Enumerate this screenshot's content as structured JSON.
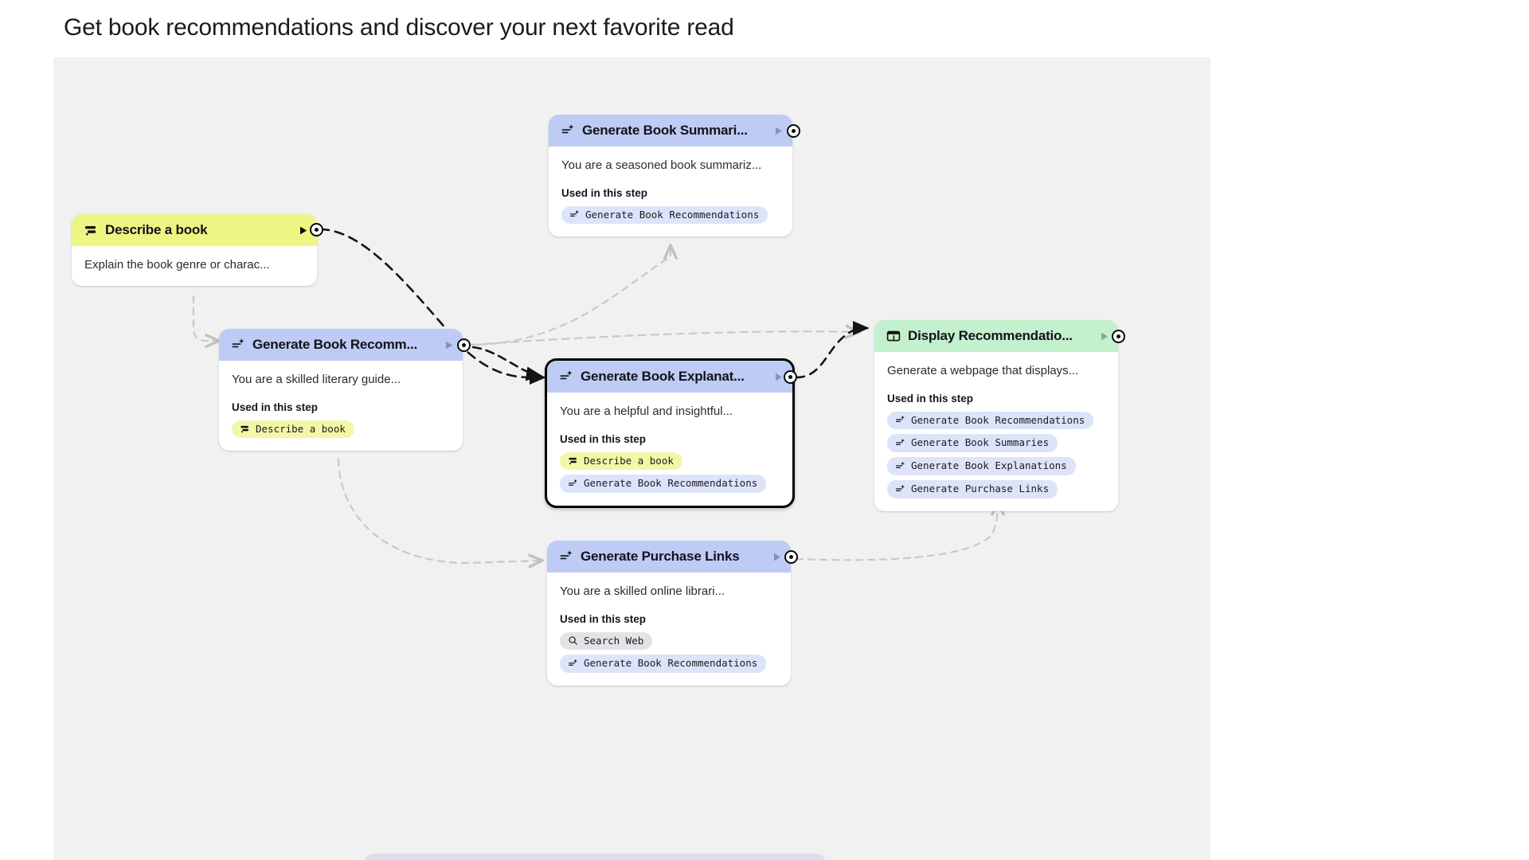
{
  "page": {
    "title": "Get book recommendations and discover your next favorite read"
  },
  "canvas": {
    "background": "#f1f1f1",
    "page_background": "#ffffff"
  },
  "colors": {
    "input_header": "#eef582",
    "llm_header": "#bdcbf5",
    "output_header": "#c3f0cd",
    "chip_yellow": "#f3f7a8",
    "chip_blue": "#dde4fa",
    "chip_grey": "#e3e3e5",
    "selected_border": "#000000",
    "edge": "#c9c9c9",
    "edge_active": "#111111"
  },
  "labels": {
    "used_in_this_step": "Used in this step"
  },
  "nodes": [
    {
      "id": "describe-a-book",
      "title": "Describe a book",
      "icon": "input-lines-icon",
      "header_color": "yellow",
      "body": "Explain the book genre or charac...",
      "has_used_section": false,
      "selected": false,
      "chips": []
    },
    {
      "id": "generate-book-summaries",
      "title": "Generate Book Summari...",
      "icon": "sparkle-lines-icon",
      "header_color": "blue",
      "body": "You are a seasoned book summariz...",
      "has_used_section": true,
      "selected": false,
      "chips": [
        {
          "label": "Generate Book Recommendations",
          "icon": "sparkle-lines-icon",
          "color": "blue"
        }
      ]
    },
    {
      "id": "generate-book-recommendations",
      "title": "Generate Book Recomm...",
      "icon": "sparkle-lines-icon",
      "header_color": "blue",
      "body": "You are a skilled literary guide...",
      "has_used_section": true,
      "selected": false,
      "chips": [
        {
          "label": "Describe a book",
          "icon": "input-lines-icon",
          "color": "yellow"
        }
      ]
    },
    {
      "id": "generate-book-explanations",
      "title": "Generate Book Explanat...",
      "icon": "sparkle-lines-icon",
      "header_color": "blue",
      "body": "You are a helpful and insightful...",
      "has_used_section": true,
      "selected": true,
      "chips": [
        {
          "label": "Describe a book",
          "icon": "input-lines-icon",
          "color": "yellow"
        },
        {
          "label": "Generate Book Recommendations",
          "icon": "sparkle-lines-icon",
          "color": "blue"
        }
      ]
    },
    {
      "id": "display-recommendations",
      "title": "Display Recommendatio...",
      "icon": "webpage-icon",
      "header_color": "green",
      "body": "Generate a webpage that displays...",
      "has_used_section": true,
      "selected": false,
      "chips": [
        {
          "label": "Generate Book Recommendations",
          "icon": "sparkle-lines-icon",
          "color": "blue"
        },
        {
          "label": "Generate Book Summaries",
          "icon": "sparkle-lines-icon",
          "color": "blue"
        },
        {
          "label": "Generate Book Explanations",
          "icon": "sparkle-lines-icon",
          "color": "blue"
        },
        {
          "label": "Generate Purchase Links",
          "icon": "sparkle-lines-icon",
          "color": "blue"
        }
      ]
    },
    {
      "id": "generate-purchase-links",
      "title": "Generate Purchase Links",
      "icon": "sparkle-lines-icon",
      "header_color": "blue",
      "body": "You are a skilled online librari...",
      "has_used_section": true,
      "selected": false,
      "chips": [
        {
          "label": "Search Web",
          "icon": "search-icon",
          "color": "grey"
        },
        {
          "label": "Generate Book Recommendations",
          "icon": "sparkle-lines-icon",
          "color": "blue"
        }
      ]
    }
  ]
}
